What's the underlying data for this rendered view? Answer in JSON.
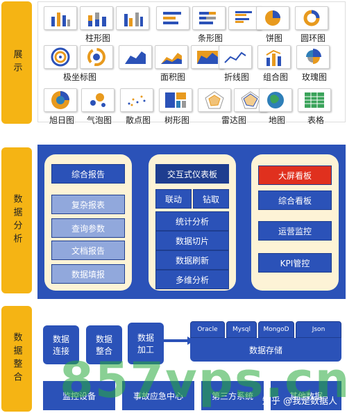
{
  "sections": {
    "display": "展示",
    "analysis": "数据分析",
    "integration": "数据整合"
  },
  "charts": {
    "bar": "柱形图",
    "hbar": "条形图",
    "pie": "饼图",
    "donut": "圆环图",
    "polar": "极坐标图",
    "area": "面积图",
    "line": "折线图",
    "combo": "组合图",
    "rose": "玫瑰图",
    "sunburst": "旭日图",
    "bubble": "气泡图",
    "scatter": "散点图",
    "tree": "树形图",
    "radar": "雷达图",
    "map": "地图",
    "table": "表格"
  },
  "analysis": {
    "col1": [
      "综合报告",
      "复杂报表",
      "查询参数",
      "文档报告",
      "数据填报"
    ],
    "col2": [
      "交互式仪表板",
      "联动",
      "钻取",
      "统计分析",
      "数据切片",
      "数据刷新",
      "多维分析"
    ],
    "col3": [
      "大屏看板",
      "综合看板",
      "运营监控",
      "KPI管控"
    ]
  },
  "integration": {
    "connect": "数据\n连接",
    "merge": "数据\n整合",
    "process": "数据\n加工",
    "databases": [
      "Oracle",
      "Mysql",
      "MongoD",
      "Json"
    ],
    "storage": "数据存储",
    "bottom": [
      "监控设备",
      "事故应急中心",
      "第三方系统",
      "其他数据"
    ]
  },
  "watermark": "857vps.cn",
  "credit": "知乎 @我是数据人",
  "colors": {
    "blue": "#2b52b8",
    "light_blue": "#91a8dc",
    "orange": "#f5b414",
    "cream": "#fdf3d6",
    "red": "#e0301e"
  }
}
